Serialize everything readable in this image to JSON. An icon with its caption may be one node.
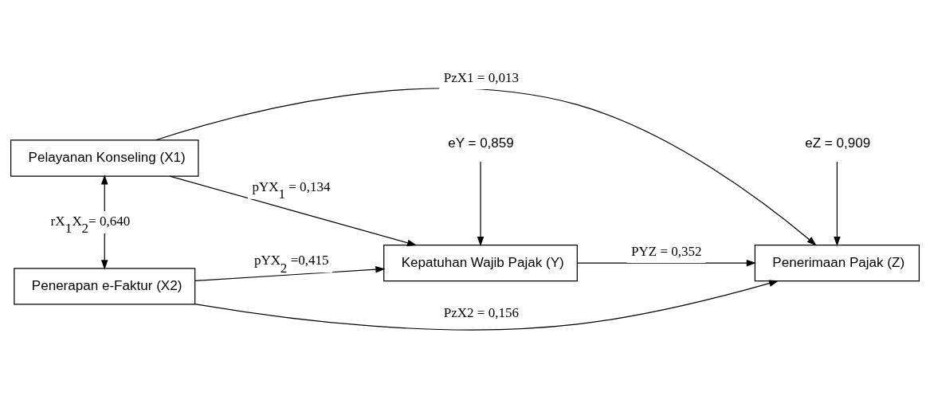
{
  "diagram": {
    "nodes": [
      {
        "text": [
          "Pelayanan Konseling (X1)"
        ]
      },
      {
        "text": [
          "Penerapan e-Faktur (X2)"
        ]
      },
      {
        "text": [
          "Kepatuhan Wajib Pajak (Y)"
        ]
      },
      {
        "text": [
          "Penerimaan Pajak (Z)"
        ]
      },
      {
        "text": [
          "eY = 0,859"
        ]
      },
      {
        "text": [
          "eZ = 0,909"
        ]
      }
    ],
    "edges": [
      {
        "from": 0,
        "to": 1,
        "arrow": "both",
        "label": "rX$_{1}$X$_{2}$= 0,640"
      },
      {
        "from": 0,
        "to": 2,
        "arrow": "to",
        "label": "pYX$_{1}$ = 0,134"
      },
      {
        "from": 1,
        "to": 2,
        "arrow": "to",
        "label": "pYX$_{2}$ =0,415"
      },
      {
        "from": 0,
        "to": 3,
        "arrow": "to",
        "label": "PzX1 = 0,013"
      },
      {
        "from": 2,
        "to": 3,
        "arrow": "to",
        "label": "PYZ = 0,352"
      },
      {
        "from": 1,
        "to": 3,
        "arrow": "to",
        "label": "PzX2 = 0,156"
      },
      {
        "from": 4,
        "to": 2,
        "arrow": "to"
      },
      {
        "from": 5,
        "to": 3,
        "arrow": "to"
      }
    ]
  }
}
